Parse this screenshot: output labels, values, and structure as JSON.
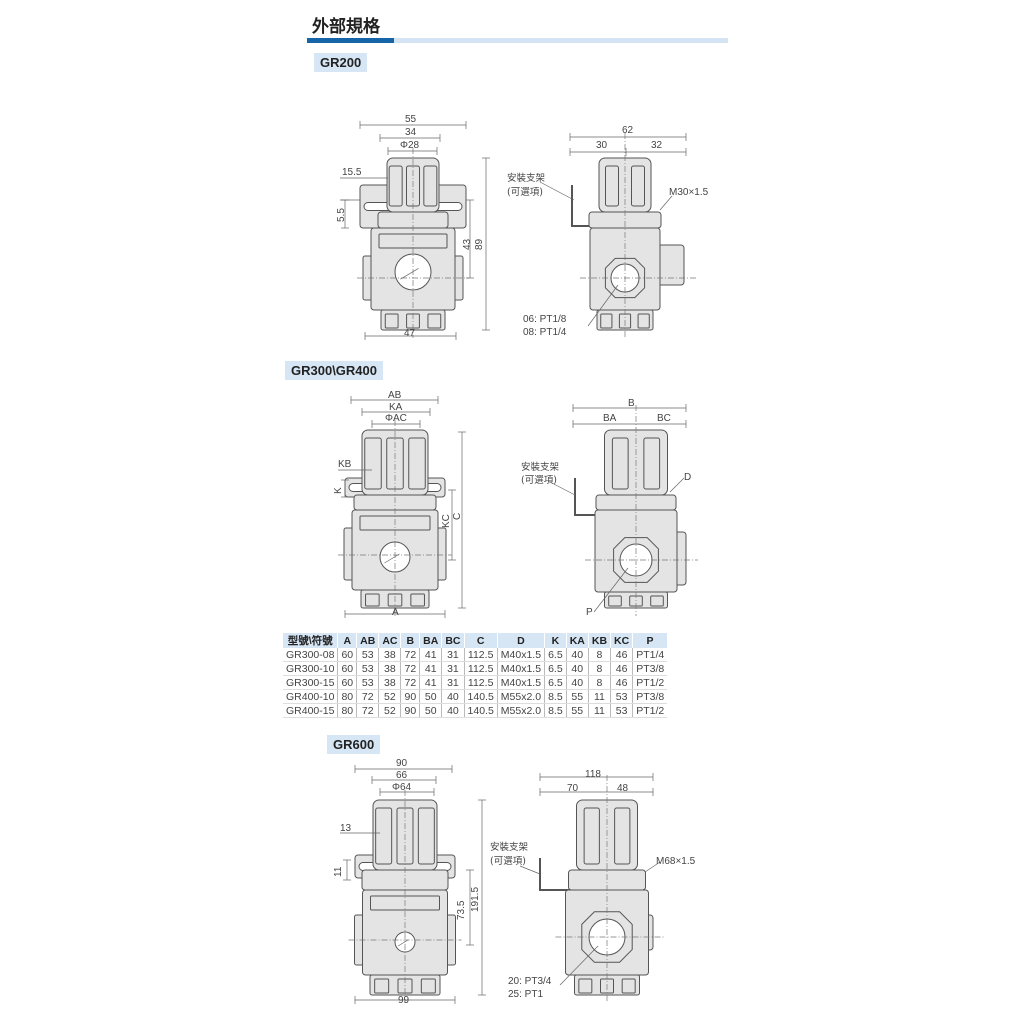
{
  "header": {
    "title": "外部規格"
  },
  "gr200": {
    "tag": "GR200",
    "front": {
      "d55": "55",
      "d34": "34",
      "phi28": "Φ28",
      "d15_5": "15.5",
      "d5_5": "5.5",
      "d43": "43",
      "d89": "89",
      "d47": "47"
    },
    "side": {
      "d62": "62",
      "d30": "30",
      "d32": "32",
      "bracket1": "安裝支架",
      "bracket2": "(可選項)",
      "thread": "M30×1.5",
      "port1": "06: PT1/8",
      "port2": "08: PT1/4"
    }
  },
  "gr300": {
    "tag": "GR300\\GR400",
    "front": {
      "ab": "AB",
      "ka": "KA",
      "ac": "ΦAC",
      "kb": "KB",
      "k": "K",
      "kc": "KC",
      "c": "C",
      "a": "A"
    },
    "side": {
      "b": "B",
      "ba": "BA",
      "bc": "BC",
      "bracket1": "安裝支架",
      "bracket2": "(可選項)",
      "d": "D",
      "p": "P"
    }
  },
  "table": {
    "headers": [
      "型號\\符號",
      "A",
      "AB",
      "AC",
      "B",
      "BA",
      "BC",
      "C",
      "D",
      "K",
      "KA",
      "KB",
      "KC",
      "P"
    ],
    "rows": [
      [
        "GR300-08",
        "60",
        "53",
        "38",
        "72",
        "41",
        "31",
        "112.5",
        "M40x1.5",
        "6.5",
        "40",
        "8",
        "46",
        "PT1/4"
      ],
      [
        "GR300-10",
        "60",
        "53",
        "38",
        "72",
        "41",
        "31",
        "112.5",
        "M40x1.5",
        "6.5",
        "40",
        "8",
        "46",
        "PT3/8"
      ],
      [
        "GR300-15",
        "60",
        "53",
        "38",
        "72",
        "41",
        "31",
        "112.5",
        "M40x1.5",
        "6.5",
        "40",
        "8",
        "46",
        "PT1/2"
      ],
      [
        "GR400-10",
        "80",
        "72",
        "52",
        "90",
        "50",
        "40",
        "140.5",
        "M55x2.0",
        "8.5",
        "55",
        "11",
        "53",
        "PT3/8"
      ],
      [
        "GR400-15",
        "80",
        "72",
        "52",
        "90",
        "50",
        "40",
        "140.5",
        "M55x2.0",
        "8.5",
        "55",
        "11",
        "53",
        "PT1/2"
      ]
    ]
  },
  "gr600": {
    "tag": "GR600",
    "front": {
      "d90": "90",
      "d66": "66",
      "phi64": "Φ64",
      "d13": "13",
      "d11": "11",
      "d73_5": "73.5",
      "d191_5": "191.5",
      "d99": "99"
    },
    "side": {
      "d118": "118",
      "d70": "70",
      "d48": "48",
      "bracket1": "安裝支架",
      "bracket2": "(可選項)",
      "thread": "M68×1.5",
      "port1": "20: PT3/4",
      "port2": "25: PT1"
    }
  },
  "colors": {
    "accent": "#1565a8",
    "accent_light": "#d4e4f4",
    "tag_bg": "#d6e6f5",
    "body": "#e4e4e4"
  }
}
